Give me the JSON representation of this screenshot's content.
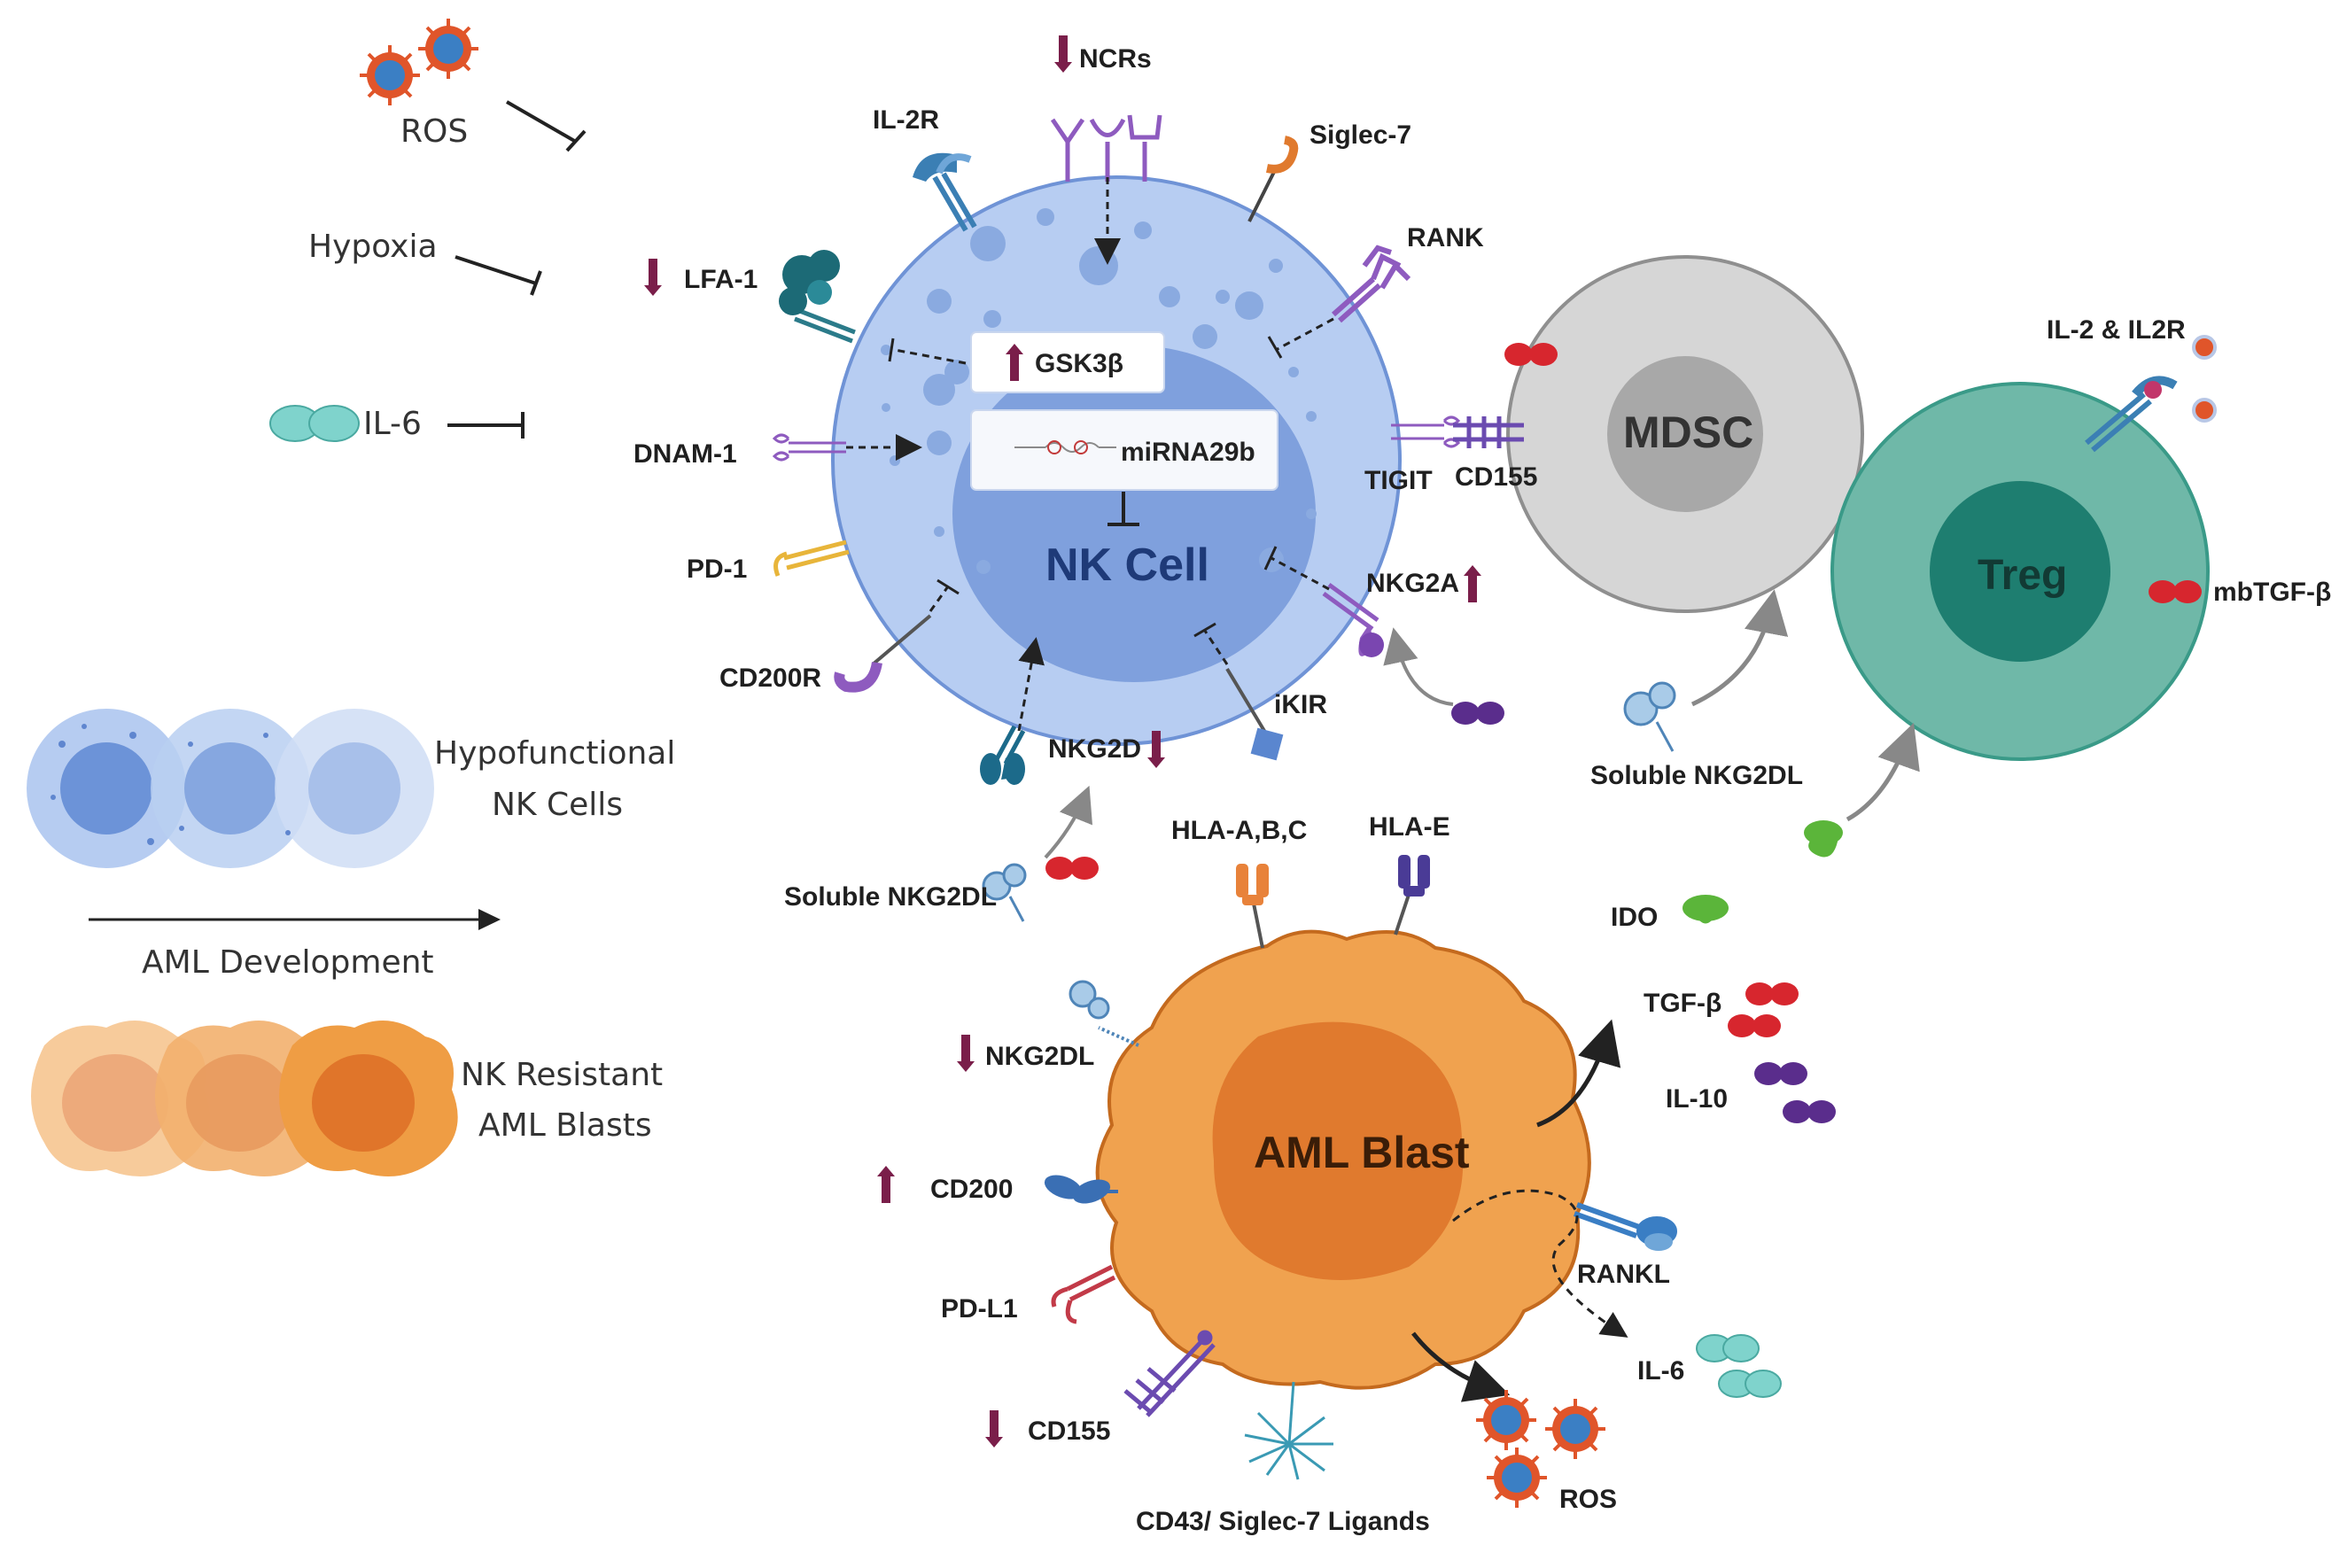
{
  "colors": {
    "nk_cell": "#b7cdf2",
    "nk_nucleus": "#7fa0dd",
    "aml_cell": "#f0a24f",
    "aml_nucleus": "#e07a2e",
    "mdsc_cell": "#d0d0d0",
    "mdsc_nucleus": "#a8a8a8",
    "treg_cell": "#6fb8a8",
    "treg_nucleus": "#1e7e70",
    "down_arrow": "#7a1e4a",
    "ros": "#e0552a",
    "red_ligand": "#d7262e",
    "purple_ligand": "#5a2d8c",
    "teal_ligand": "#7fd3cc",
    "green_ligand": "#5bb53a"
  },
  "legend": {
    "ros": "ROS",
    "hypoxia": "Hypoxia",
    "il6": "IL-6",
    "hypofunctional_line1": "Hypofunctional",
    "hypofunctional_line2": "NK Cells",
    "development": "AML Development",
    "resistant_line1": "NK Resistant",
    "resistant_line2": "AML Blasts"
  },
  "nk_cell": {
    "title": "NK Cell",
    "gsk3b": "GSK3β",
    "mirna": "miRNA29b",
    "receptors": {
      "ncrs": "NCRs",
      "il2r": "IL-2R",
      "siglec7": "Siglec-7",
      "rank": "RANK",
      "lfa1": "LFA-1",
      "dnam1": "DNAM-1",
      "tigit": "TIGIT",
      "pd1": "PD-1",
      "cd200r": "CD200R",
      "nkg2a": "NKG2A",
      "ikir": "iKIR",
      "nkg2d": "NKG2D"
    }
  },
  "mdsc": {
    "title": "MDSC",
    "cd155": "CD155"
  },
  "treg": {
    "title": "Treg",
    "il2_il2r": "IL-2 & IL2R",
    "mbtgfb": "mbTGF-β"
  },
  "soluble_nkg2dl_left": "Soluble NKG2DL",
  "soluble_nkg2dl_right": "Soluble NKG2DL",
  "aml_blast": {
    "title": "AML Blast",
    "hla_abc": "HLA-A,B,C",
    "hla_e": "HLA-E",
    "nkg2dl": "NKG2DL",
    "cd200": "CD200",
    "pdl1": "PD-L1",
    "cd155": "CD155",
    "cd43": "CD43/ Siglec-7 Ligands",
    "rankl": "RANKL",
    "ido": "IDO",
    "tgfb": "TGF-β",
    "il10": "IL-10",
    "il6": "IL-6",
    "ros": "ROS"
  }
}
